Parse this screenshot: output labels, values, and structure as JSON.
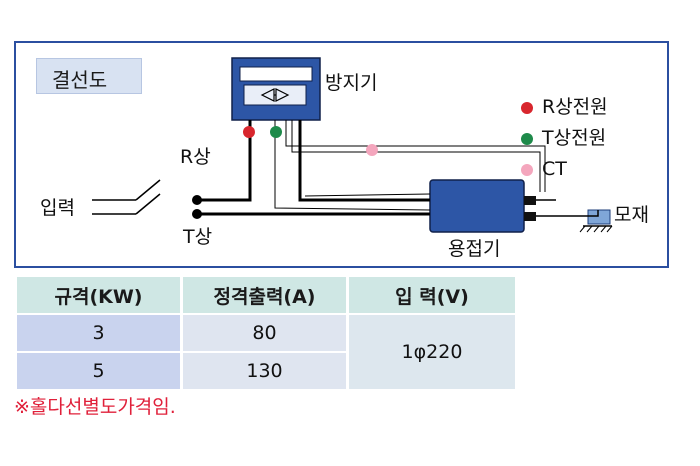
{
  "diagram": {
    "title": "결선도",
    "device_prevention": "방지기",
    "legend_r": "R상전원",
    "legend_t": "T상전원",
    "legend_ct": "CT",
    "label_r_phase": "R상",
    "label_t_phase": "T상",
    "label_input": "입력",
    "label_welder": "용접기",
    "label_base": "모재",
    "colors": {
      "r_dot": "#d8262d",
      "t_dot": "#1e8a4a",
      "ct_dot": "#f4a6bd",
      "device": "#2d56a6"
    }
  },
  "spec_table": {
    "headers": [
      "규격(KW)",
      "정격출력(A)",
      "입 력(V)"
    ],
    "rows": [
      {
        "capacity": "3",
        "output": "80"
      },
      {
        "capacity": "5",
        "output": "130"
      }
    ],
    "input_value": "1φ220"
  },
  "note": "※홀다선별도가격임."
}
